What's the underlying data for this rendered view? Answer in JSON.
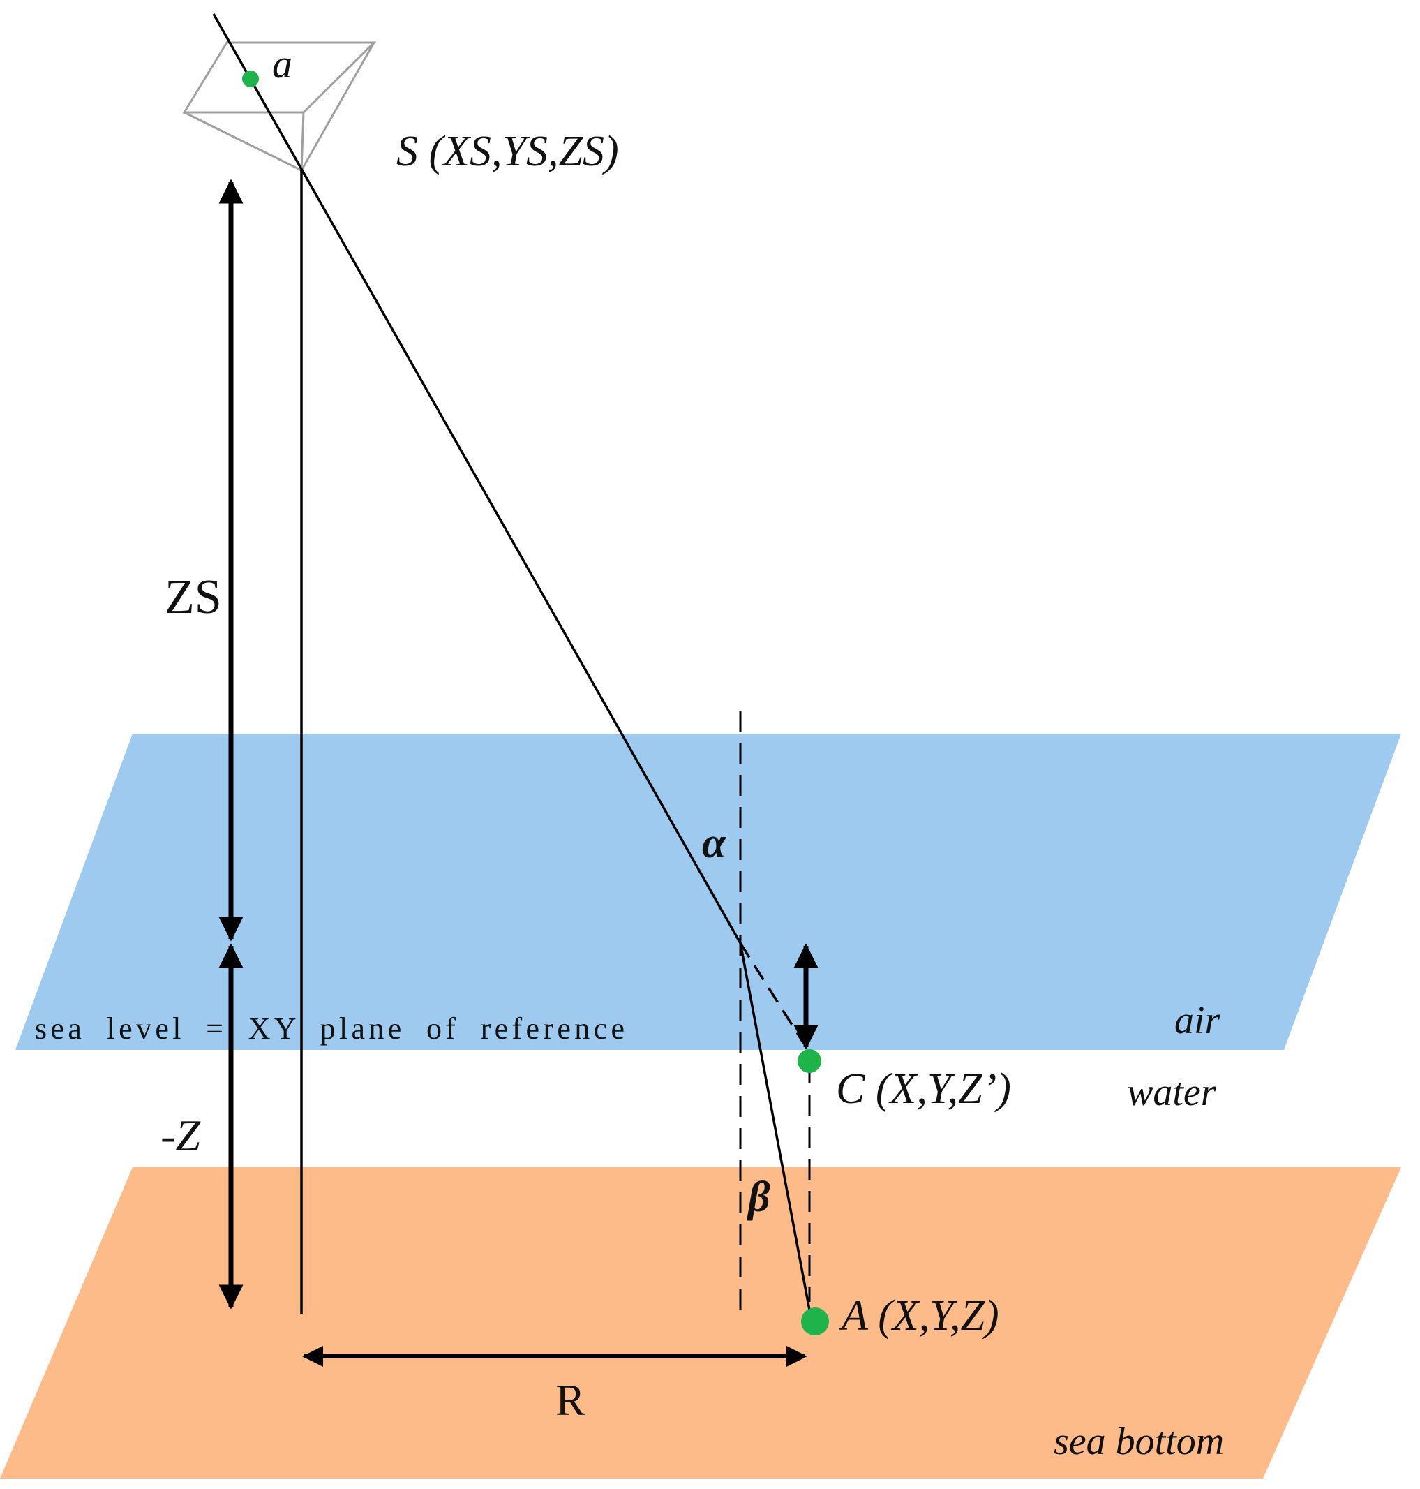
{
  "colors": {
    "water_surface": "#9dcaee",
    "sea_bottom": "#fdbb8a",
    "point": "#1fb44b",
    "line": "#000000",
    "camera_outline": "#a0a0a0"
  },
  "labels": {
    "image_point": "a",
    "camera": "S (XS,YS,ZS)",
    "zs": "ZS",
    "neg_z": "-Z",
    "alpha": "α",
    "beta": "β",
    "sea_level": "sea level = XY plane of reference",
    "air": "air",
    "water": "water",
    "point_c": "C (X,Y,Z’)",
    "point_a": "A (X,Y,Z)",
    "r": "R",
    "sea_bottom": "sea bottom"
  }
}
